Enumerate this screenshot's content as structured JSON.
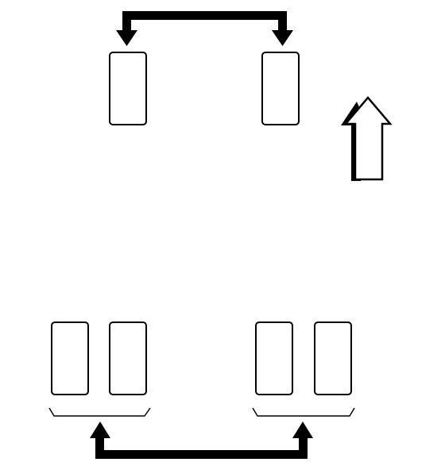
{
  "diagram": {
    "type": "tire-rotation-pattern",
    "colors": {
      "background": "#ffffff",
      "stroke": "#000000"
    },
    "front_axle": {
      "tires": [
        "front-left",
        "front-right"
      ],
      "connector": "swap-arrow-pointing-down-to-both-tires"
    },
    "rear_axle": {
      "tire_pairs": [
        "rear-left-dual",
        "rear-right-dual"
      ],
      "tires_per_pair": 2,
      "connector": "swap-arrow-pointing-up-to-both-pairs"
    },
    "direction_indicator": {
      "icon": "forward-arrow-icon",
      "direction": "up"
    }
  }
}
